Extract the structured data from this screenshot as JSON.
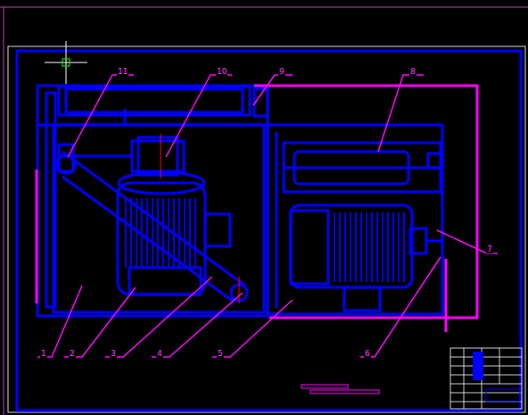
{
  "diagram": {
    "labels": [
      "11",
      "10",
      "9",
      "8",
      "7",
      "1",
      "2",
      "3",
      "4",
      "5",
      "6"
    ]
  }
}
